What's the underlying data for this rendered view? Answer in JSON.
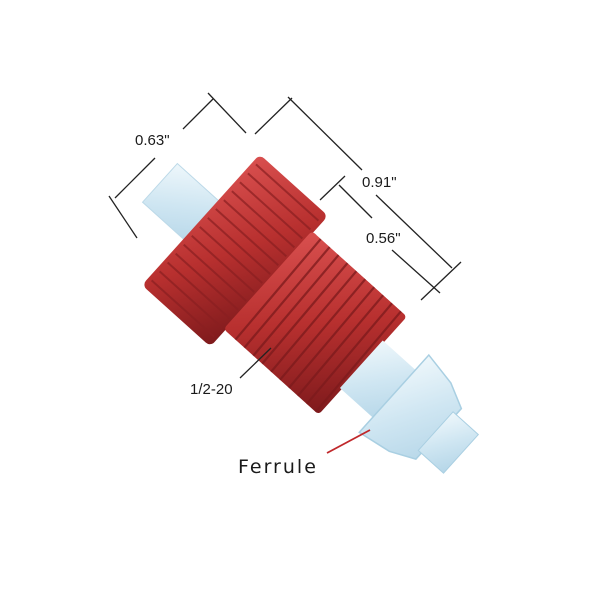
{
  "diagram": {
    "subject": "Fitting assembly with red knurled nut and clear tubing",
    "labels": {
      "head_diameter": "0.63\"",
      "overall_length": "0.91\"",
      "thread_length": "0.56\"",
      "thread_spec": "1/2-20",
      "ferrule": "Ferrule"
    },
    "colors": {
      "nut_red": "#c0393b",
      "nut_dark": "#8e1f22",
      "nut_light": "#e06a6a",
      "tubing": "#d6ecf6",
      "tubing_edge": "#a9cfe2",
      "dimension_line": "#222222",
      "ferrule_leader": "#c0282b"
    }
  }
}
